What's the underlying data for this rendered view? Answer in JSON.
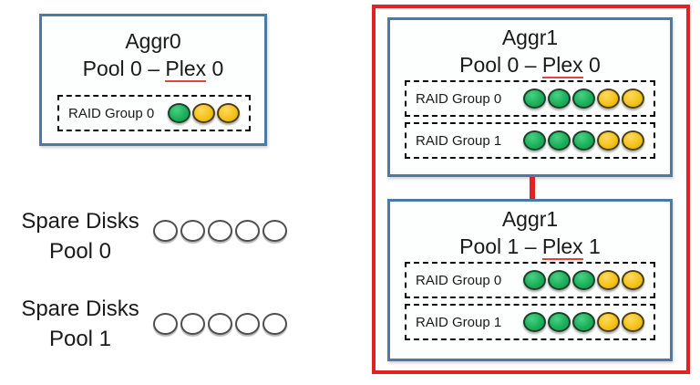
{
  "colors": {
    "panel_border_blue": "#4b7aa9",
    "mirror_border_red": "#e02222",
    "disk_green": "#1cb05a",
    "disk_yellow": "#f2c117",
    "spare_disk_fill": "#ffffff",
    "dashed_border": "#0a0a0a",
    "plex_underline_red": "#e04545"
  },
  "aggr0": {
    "title": "Aggr0",
    "subtitle": {
      "pool_prefix": "Pool 0 – ",
      "plex_word": "Plex",
      "plex_suffix": " 0"
    },
    "raid_groups": [
      {
        "label": "RAID Group 0",
        "disks": [
          "green",
          "yellow",
          "yellow"
        ]
      }
    ]
  },
  "spare_groups": [
    {
      "line1": "Spare Disks",
      "line2": "Pool 0",
      "disks": [
        "spare",
        "spare",
        "spare",
        "spare",
        "spare"
      ]
    },
    {
      "line1": "Spare Disks",
      "line2": "Pool 1",
      "disks": [
        "spare",
        "spare",
        "spare",
        "spare",
        "spare"
      ]
    }
  ],
  "aggr1_mirror": {
    "plexes": [
      {
        "title": "Aggr1",
        "subtitle": {
          "pool_prefix": "Pool 0 – ",
          "plex_word": "Plex",
          "plex_suffix": " 0"
        },
        "raid_groups": [
          {
            "label": "RAID Group 0",
            "disks": [
              "green",
              "green",
              "green",
              "yellow",
              "yellow"
            ]
          },
          {
            "label": "RAID Group 1",
            "disks": [
              "green",
              "green",
              "green",
              "yellow",
              "yellow"
            ]
          }
        ]
      },
      {
        "title": "Aggr1",
        "subtitle": {
          "pool_prefix": "Pool 1 – ",
          "plex_word": "Plex",
          "plex_suffix": " 1"
        },
        "raid_groups": [
          {
            "label": "RAID Group 0",
            "disks": [
              "green",
              "green",
              "green",
              "yellow",
              "yellow"
            ]
          },
          {
            "label": "RAID Group 1",
            "disks": [
              "green",
              "green",
              "green",
              "yellow",
              "yellow"
            ]
          }
        ]
      }
    ]
  }
}
